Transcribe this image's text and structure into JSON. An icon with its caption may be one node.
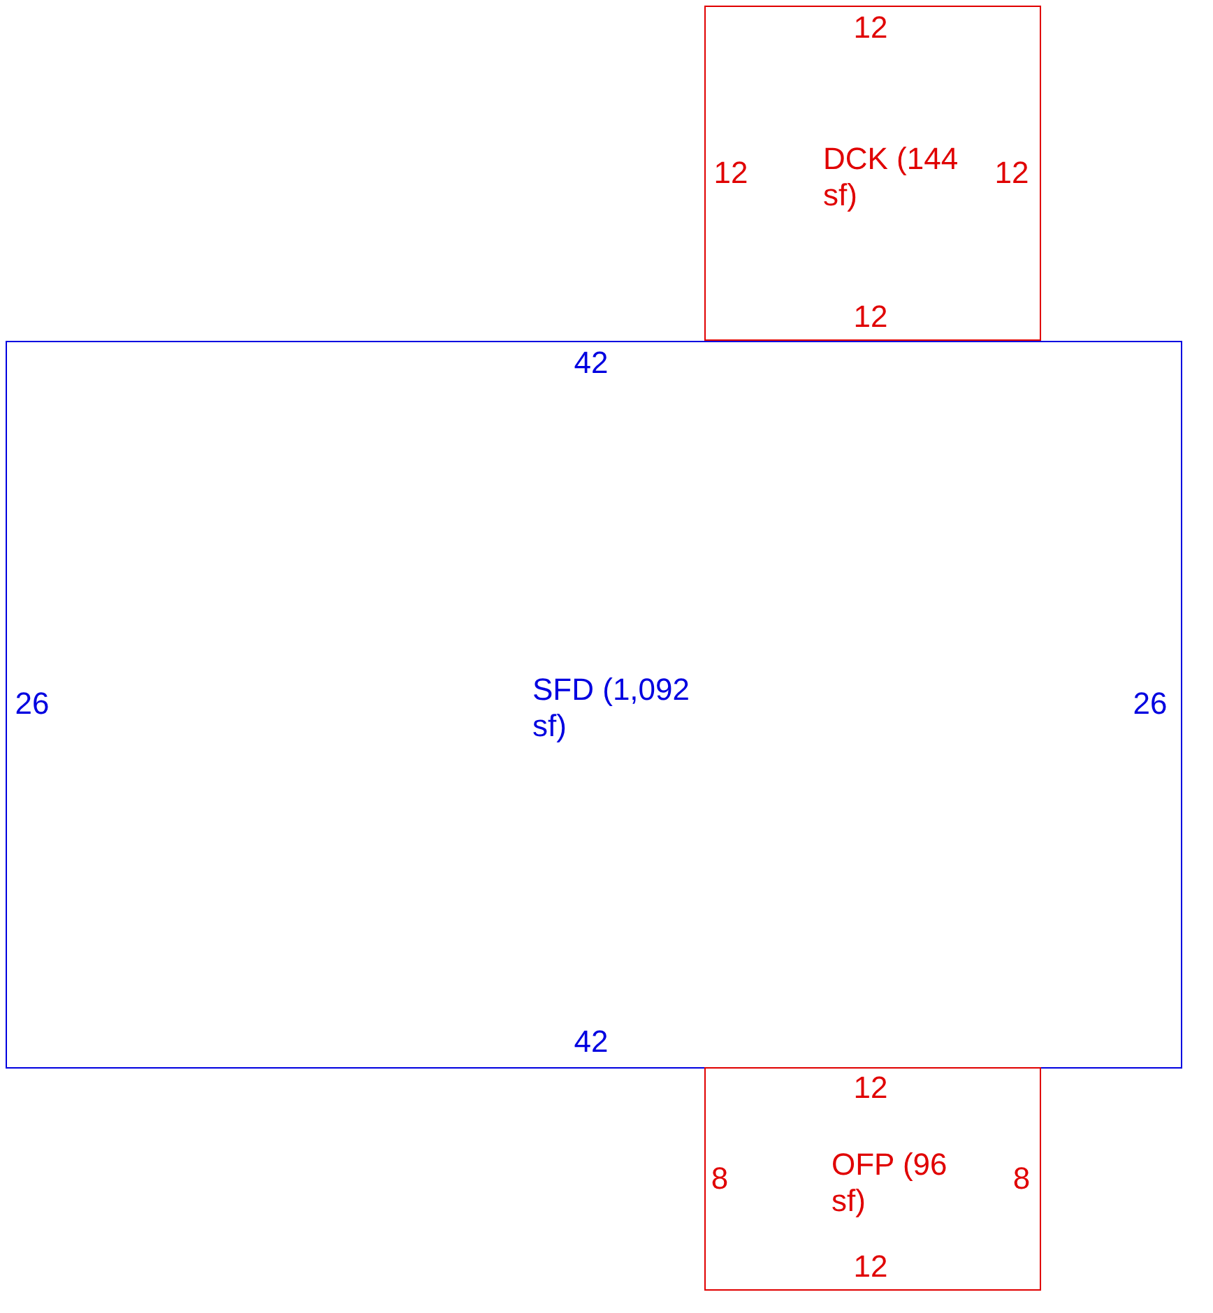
{
  "diagram": {
    "nodes": [
      {
        "text": [
          "DCK (144 sf)"
        ]
      },
      {
        "text": [
          "SFD (1,092 sf)"
        ]
      },
      {
        "text": [
          "OFP (96 sf)"
        ]
      }
    ],
    "labels": [
      "12",
      "12",
      "12",
      "12",
      "42",
      "26",
      "26",
      "42",
      "12",
      "8",
      "8",
      "12"
    ]
  }
}
